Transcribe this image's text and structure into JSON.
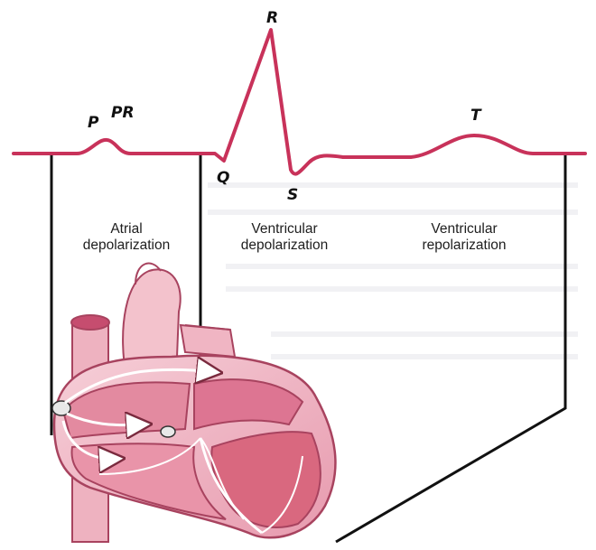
{
  "diagram": {
    "waves": {
      "p": "P",
      "pr": "PR",
      "r": "R",
      "q": "Q",
      "s": "S",
      "t": "T"
    },
    "phases": {
      "atrial": {
        "line1": "Atrial",
        "line2": "depolarization"
      },
      "ventricular_dep": {
        "line1": "Ventricular",
        "line2": "depolarization"
      },
      "ventricular_rep": {
        "line1": "Ventricular",
        "line2": "repolarization"
      }
    },
    "colors": {
      "ecg_trace": "#c8325a",
      "heart_light": "#f3c2cc",
      "heart_mid": "#e38aa0",
      "heart_dark": "#c64d6f",
      "lines": "#111111"
    }
  }
}
